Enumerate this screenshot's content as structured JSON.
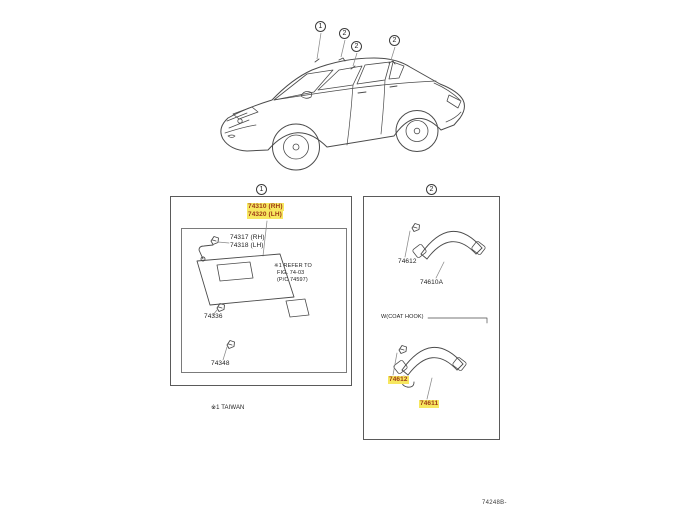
{
  "colors": {
    "highlight_bg": "#f7e75f",
    "highlight_text": "#9d3b16",
    "line": "#4b4b4b"
  },
  "callouts": {
    "visor": "1",
    "grip_a": "2",
    "grip_b": "2",
    "grip_c": "2",
    "box1": "1",
    "box2": "2"
  },
  "box1": {
    "visor_rh": "74310 (RH)",
    "visor_lh": "74320 (LH)",
    "holder_rh": "74317 (RH)",
    "holder_lh": "74318 (LH)",
    "ref_note_1": "※1 REFER TO",
    "ref_note_2": "FIG. 74-03",
    "ref_note_3": "(P/C 74597)",
    "clip_a": "74336",
    "clip_b": "74348"
  },
  "box2": {
    "clip": "74612",
    "grip": "74610A",
    "section": "W(COAT HOOK)",
    "hook_clip": "74612",
    "hook_grip": "74611"
  },
  "footer": {
    "note": "※1 TAIWAN",
    "fig_code": "74248B-"
  }
}
